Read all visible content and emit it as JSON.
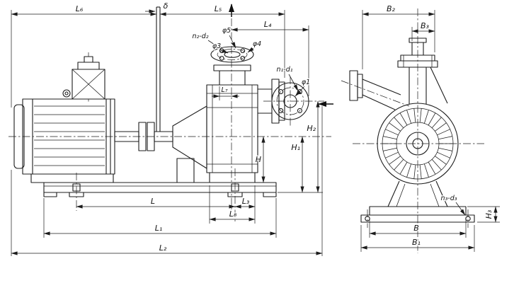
{
  "drawing": {
    "type": "pump-outline-dimension-diagram",
    "line_color": "#1c1c1c",
    "background": "#ffffff"
  },
  "side_view": {
    "dims": {
      "L6": "L₆",
      "delta": "δ",
      "L5": "L₅",
      "L4": "L₄",
      "L7": "L₇",
      "H": "H",
      "H1": "H₁",
      "H2": "H₂",
      "L": "L",
      "L3": "L₃",
      "L8": "L₈",
      "L1": "L₁",
      "L2": "L₂"
    },
    "callouts": {
      "n2_d2": "n₂-d₂",
      "phi5": "φ5",
      "phi3": "φ3",
      "phi4": "φ4",
      "n1_d1": "n₁-d₁",
      "phi1": "φ1"
    }
  },
  "end_view": {
    "dims": {
      "B2": "B₂",
      "B3": "B₃",
      "B": "B",
      "B1": "B₁",
      "H3": "H₃"
    },
    "callouts": {
      "n3_d3": "n₃-d₃"
    }
  }
}
